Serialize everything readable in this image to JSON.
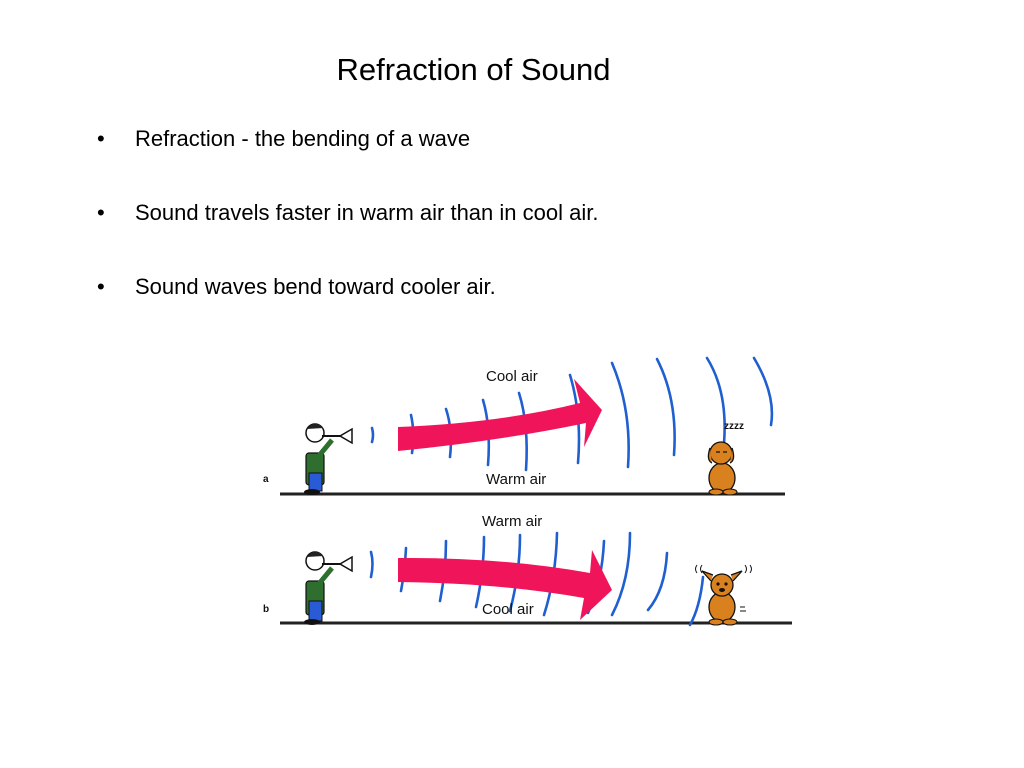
{
  "slide": {
    "title": "Refraction of Sound",
    "bullet_glyph": "•",
    "bullets": [
      "Refraction - the bending of a wave",
      "Sound travels faster in warm air than in cool air.",
      "Sound waves bend toward cooler air."
    ]
  },
  "figure": {
    "panel_a": {
      "letter": "a",
      "top_label": "Cool air",
      "bottom_label": "Warm air",
      "dog_state": "sleeping",
      "snore": "zzzz"
    },
    "panel_b": {
      "letter": "b",
      "top_label": "Warm air",
      "bottom_label": "Cool air",
      "dog_state": "alert"
    },
    "colors": {
      "arrow": "#f0145a",
      "wave": "#1f5fd0",
      "shirt": "#2e6e2e",
      "pants": "#2a5bd7",
      "dog": "#d9811f"
    },
    "icons": [
      "trumpeter-icon",
      "dog-icon",
      "arrow-icon",
      "wavefront-icon"
    ]
  }
}
